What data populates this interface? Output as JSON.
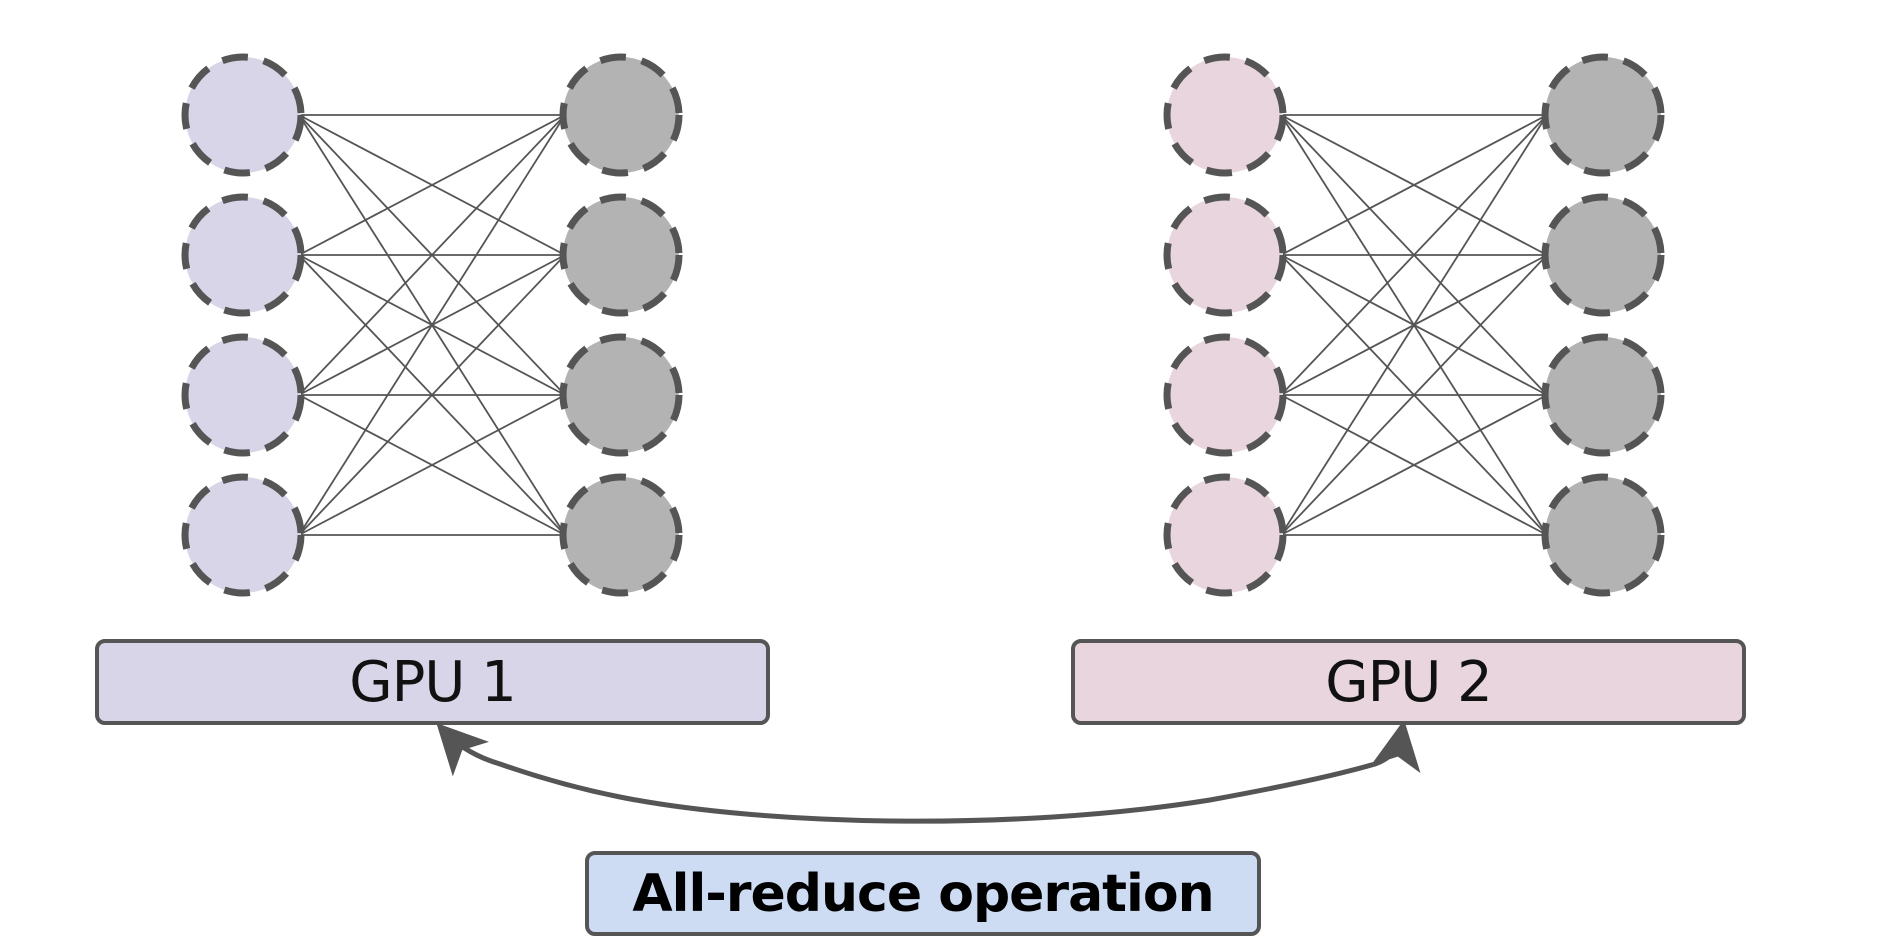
{
  "colors": {
    "gpu1_fill": "#d9d5e8",
    "gpu2_fill": "#e8d5dd",
    "output_fill": "#b3b3b3",
    "operation_fill": "#cddbf3",
    "stroke": "#555555",
    "edge": "#555555"
  },
  "gpus": [
    {
      "label": "GPU 1",
      "input_nodes": 4,
      "output_nodes": 4
    },
    {
      "label": "GPU 2",
      "input_nodes": 4,
      "output_nodes": 4
    }
  ],
  "operation": {
    "label": "All-reduce operation"
  }
}
